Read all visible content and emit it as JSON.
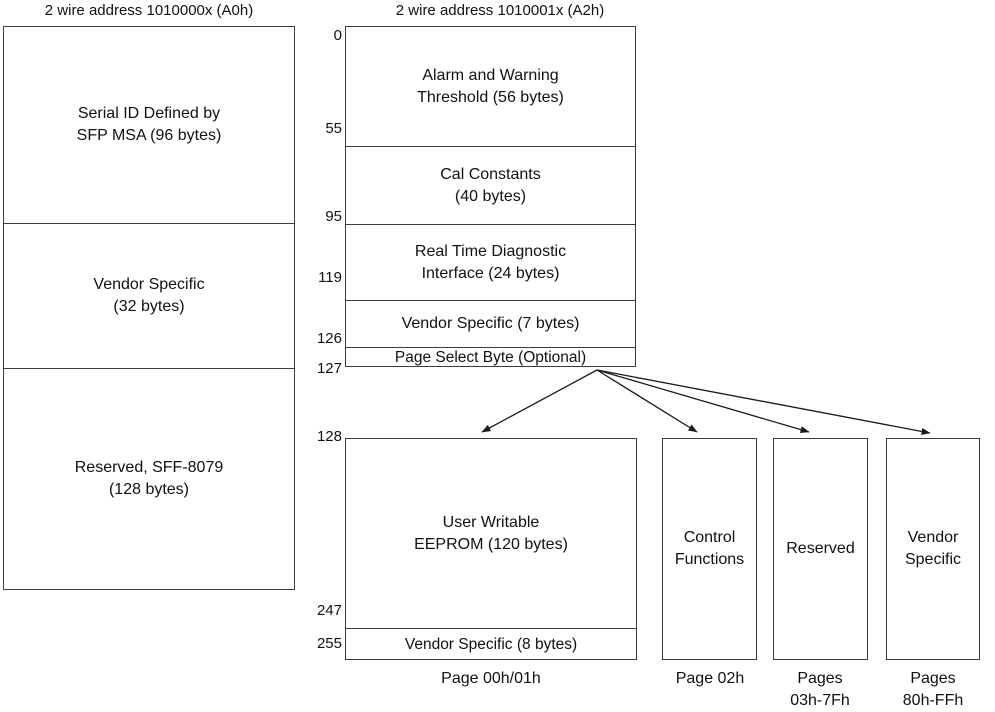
{
  "a0h": {
    "title": "2 wire address 1010000x (A0h)",
    "sections": [
      "Serial ID Defined by\nSFP MSA (96 bytes)",
      "Vendor Specific\n(32 bytes)",
      "Reserved, SFF-8079\n(128 bytes)"
    ]
  },
  "a2h": {
    "title": "2 wire address 1010001x (A2h)",
    "addresses": [
      "0",
      "55",
      "95",
      "119",
      "126",
      "127"
    ],
    "sections": [
      "Alarm and Warning\nThreshold (56 bytes)",
      "Cal Constants\n(40 bytes)",
      "Real Time Diagnostic\nInterface (24 bytes)",
      "Vendor Specific (7 bytes)",
      "Page Select Byte (Optional)"
    ]
  },
  "page00": {
    "addresses": [
      "128",
      "247",
      "255"
    ],
    "sections": [
      "User Writable\nEEPROM (120 bytes)",
      "Vendor Specific (8 bytes)"
    ],
    "caption": "Page 00h/01h"
  },
  "page02": {
    "label": "Control\nFunctions",
    "caption": "Page 02h"
  },
  "pages03_7f": {
    "label": "Reserved",
    "caption": "Pages\n03h-7Fh"
  },
  "pages80_ff": {
    "label": "Vendor\nSpecific",
    "caption": "Pages\n80h-FFh"
  },
  "colors": {
    "line": "#3c3c3c",
    "text": "#111111",
    "background": "#ffffff"
  }
}
